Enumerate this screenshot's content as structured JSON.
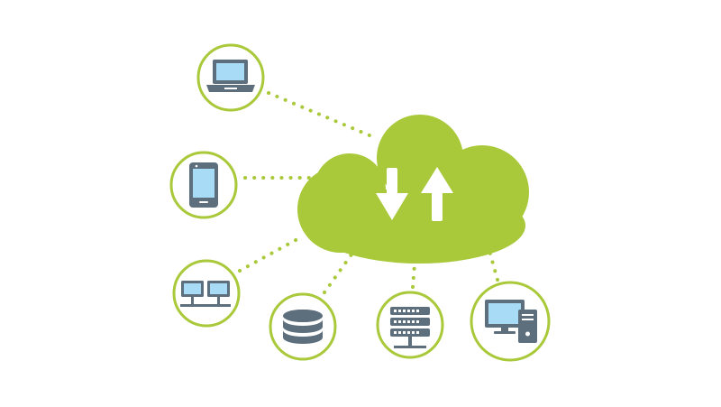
{
  "diagram": {
    "accent_color": "#a9c93a",
    "device_color": "#5d6e7d",
    "screen_color": "#a8dbf5",
    "center": {
      "name": "cloud",
      "icons": [
        "download-arrow-icon",
        "upload-arrow-icon"
      ]
    },
    "nodes": [
      {
        "name": "laptop",
        "icon": "laptop-icon"
      },
      {
        "name": "smartphone",
        "icon": "smartphone-icon"
      },
      {
        "name": "network",
        "icon": "network-icon"
      },
      {
        "name": "database",
        "icon": "database-icon"
      },
      {
        "name": "server-rack",
        "icon": "server-rack-icon"
      },
      {
        "name": "desktop",
        "icon": "desktop-computer-icon"
      }
    ]
  }
}
